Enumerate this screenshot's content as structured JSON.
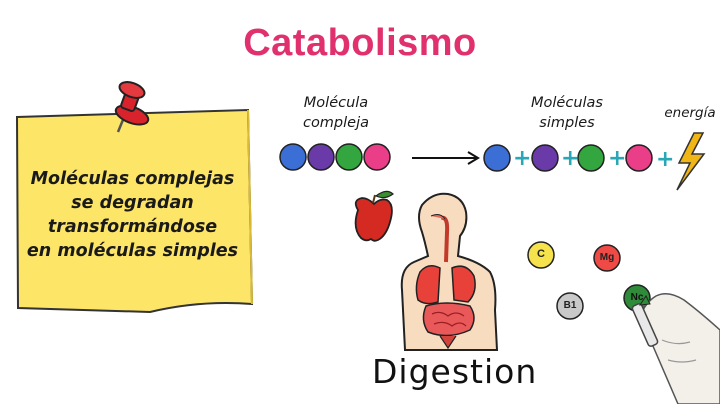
{
  "title": "Catabolismo",
  "note": {
    "lines": [
      "Moléculas complejas",
      "se degradan",
      "transformándose",
      "en moléculas simples"
    ],
    "color": "#fde568"
  },
  "complex_molecule": {
    "label_lines": [
      "Molécula",
      "compleja"
    ],
    "colors": [
      "#3c6fd6",
      "#6a3aa8",
      "#34a640",
      "#ea3f88"
    ]
  },
  "simple_molecules": {
    "label_lines": [
      "Moléculas",
      "simples"
    ],
    "colors": [
      "#3c6fd6",
      "#6a3aa8",
      "#34a640",
      "#ea3f88"
    ],
    "plus_color": "#2aa7b7"
  },
  "energy": {
    "label": "energía",
    "bolt_color": "#f0b616"
  },
  "digestion_label": "Digestion",
  "nutrients": [
    {
      "label": "C",
      "color": "#f5e24c"
    },
    {
      "label": "Mg",
      "color": "#ef4a45"
    },
    {
      "label": "B1",
      "color": "#c9c9c9"
    },
    {
      "label": "Nc",
      "color": "#2f8a3a"
    }
  ],
  "icons": [
    "push-pin-icon",
    "apple-icon",
    "human-digestive-system-icon",
    "arrow-right-icon",
    "lightning-bolt-icon",
    "hand-with-marker-icon"
  ]
}
